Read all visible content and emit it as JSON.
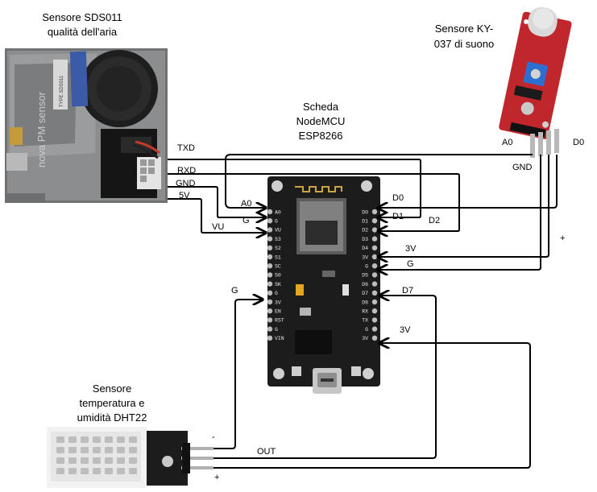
{
  "titles": {
    "sds011_line1": "Sensore SDS011",
    "sds011_line2": "qualità dell'aria",
    "ky037_line1": "Sensore KY-",
    "ky037_line2": "037 di suono",
    "board_line1": "Scheda",
    "board_line2": "NodeMCU",
    "board_line3": "ESP8266",
    "dht22_line1": "Sensore",
    "dht22_line2": "temperatura e",
    "dht22_line3": "umidità DHT22"
  },
  "sds011": {
    "case_text_1": "nova PM sensor",
    "case_text_2": "TYPE SDS011",
    "pin_txd": "TXD",
    "pin_rxd": "RXD",
    "pin_gnd": "GND",
    "pin_5v": "5V"
  },
  "ky037": {
    "pin_a0": "A0",
    "pin_d0": "D0",
    "pin_gnd": "GND",
    "pin_plus": "+"
  },
  "board": {
    "left_pins": [
      "A0",
      "G",
      "VU",
      "S3",
      "S2",
      "S1",
      "SC",
      "S0",
      "SK",
      "G",
      "3V",
      "EN",
      "RST",
      "G",
      "VIN"
    ],
    "right_pins": [
      "D0",
      "D1",
      "D2",
      "D3",
      "D4",
      "3V",
      "G",
      "D5",
      "D6",
      "D7",
      "D8",
      "RX",
      "TX",
      "G",
      "3V"
    ],
    "left_labels": {
      "a0": "A0",
      "g": "G",
      "vu": "VU",
      "g_lower": "G"
    },
    "right_labels": {
      "d0": "D0",
      "d1": "D1",
      "d2": "D2",
      "v3": "3V",
      "g": "G",
      "d7": "D7",
      "v3_lower": "3V"
    }
  },
  "dht22": {
    "pin_minus": "-",
    "pin_out": "OUT",
    "pin_plus": "+"
  },
  "colors": {
    "wire": "#000000",
    "board": "#1c1c1c",
    "ky037_pcb": "#c0272d",
    "sds_case": "#8a8a8a",
    "dht_body": "#f2f2f2"
  }
}
